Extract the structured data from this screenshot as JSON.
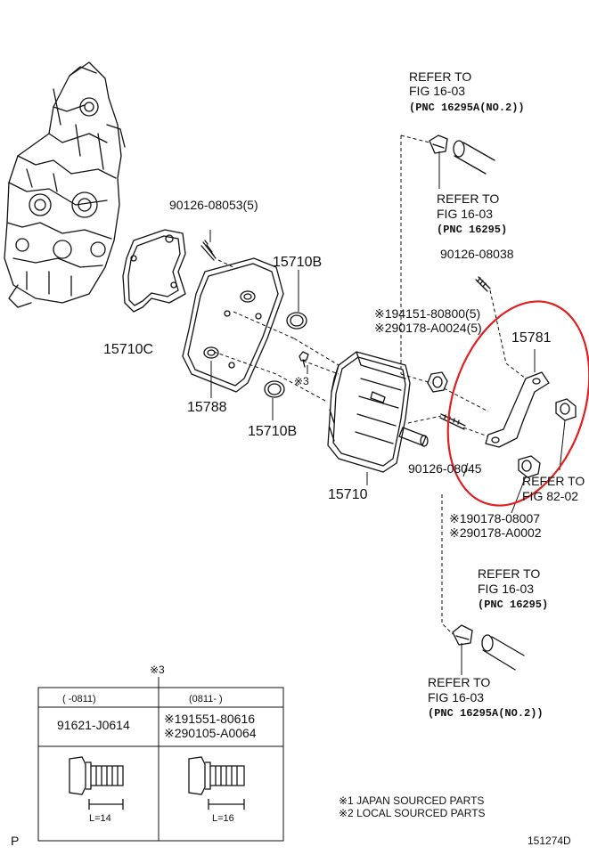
{
  "labels": {
    "ref_top_1": "REFER TO",
    "ref_top_2": "FIG 16-03",
    "ref_top_3": "(PNC 16295A(NO.2))",
    "ref_mid_1": "REFER TO",
    "ref_mid_2": "FIG 16-03",
    "ref_mid_3": "(PNC 16295)",
    "bolt_1": "90126-08053(5)",
    "gasket_top": "15710B",
    "stud_1": "90126-08038",
    "nut_1a": "※194151-80800(5)",
    "nut_1b": "※290178-A0024(5)",
    "bracket": "15781",
    "gasket_c": "15710C",
    "plate": "15788",
    "mark_3": "※3",
    "gasket_bottom": "15710B",
    "cooler": "15710",
    "stud_2": "90126-08045",
    "ref_fig82_1": "REFER TO",
    "ref_fig82_2": "FIG 82-02",
    "nut_2a": "※190178-08007",
    "nut_2b": "※290178-A0002",
    "ref_low_1": "REFER TO",
    "ref_low_2": "FIG 16-03",
    "ref_low_3": "(PNC 16295)",
    "ref_bot_1": "REFER TO",
    "ref_bot_2": "FIG 16-03",
    "ref_bot_3": "(PNC 16295A(NO.2))"
  },
  "table": {
    "mark": "※3",
    "col1_header": "(    -0811)",
    "col2_header": "(0811-      )",
    "col1_part": "91621-J0614",
    "col2_part_a": "※191551-80616",
    "col2_part_b": "※290105-A0064",
    "col1_length": "L=14",
    "col2_length": "L=16"
  },
  "notes": {
    "note_1": "※1 JAPAN SOURCED PARTS",
    "note_2": "※2 LOCAL SOURCED PARTS"
  },
  "footer": {
    "left": "P",
    "right": "151274D"
  },
  "colors": {
    "ink": "#111111",
    "highlight": "#e02020"
  }
}
